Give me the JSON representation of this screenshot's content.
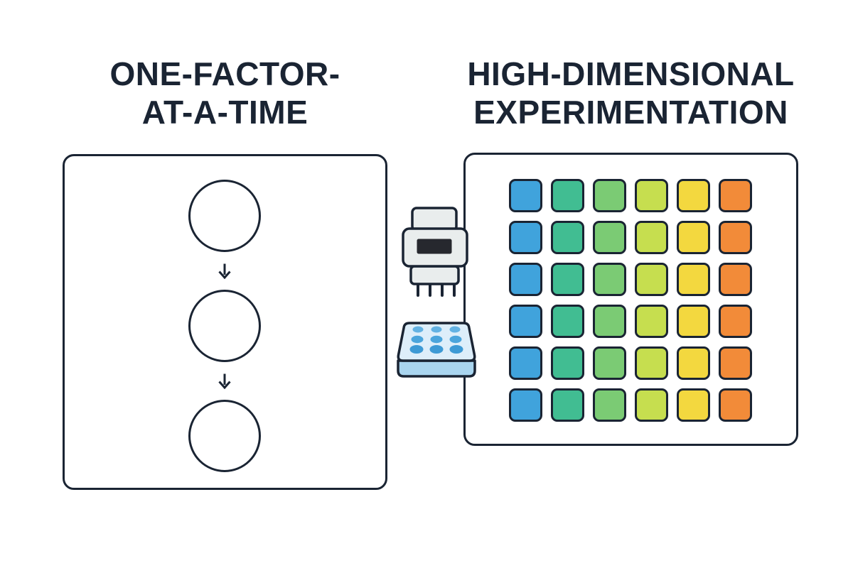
{
  "titles": {
    "left_line1": "ONE-FACTOR-",
    "left_line2": "AT-A-TIME",
    "right_line1": "HIGH-DIMENSIONAL",
    "right_line2": "EXPERIMENTATION"
  },
  "colors": {
    "outline": "#1A2433",
    "title_text": "#1A2433",
    "panel_fill": "#FFFFFF",
    "grid_column_colors": [
      "#40A3DC",
      "#41BD92",
      "#7BCB74",
      "#C6DE4F",
      "#F3D83F",
      "#F28B39"
    ],
    "device_body_fill": "#E9EDED",
    "device_screen_fill": "#26282E",
    "plate_top_fill": "#DDEEFA",
    "plate_base_fill": "#A9D5EF",
    "plate_well_row_colors": [
      "#63B2E3",
      "#4BA5DC",
      "#3D9AD5"
    ]
  },
  "ofat_flow": {
    "step_count": 3,
    "arrow_count": 2
  },
  "hd_grid": {
    "rows": 6,
    "cols": 6
  },
  "icons": {
    "pipette": "multichannel-pipette-icon",
    "plate": "microplate-icon",
    "arrow": "down-arrow-icon"
  }
}
